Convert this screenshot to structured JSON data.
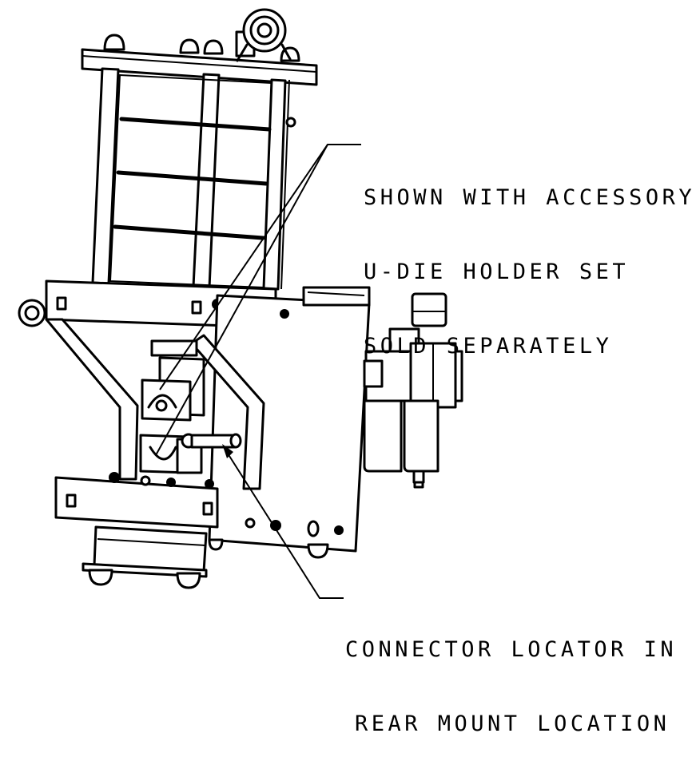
{
  "callouts": {
    "accessory": {
      "line1": "SHOWN WITH ACCESSORY",
      "line2": "U-DIE HOLDER SET",
      "line3": "SOLD SEPARATELY"
    },
    "locator": {
      "line1": "CONNECTOR LOCATOR IN",
      "line2": "REAR MOUNT LOCATION"
    }
  },
  "colors": {
    "line": "#000000",
    "background": "#ffffff"
  }
}
